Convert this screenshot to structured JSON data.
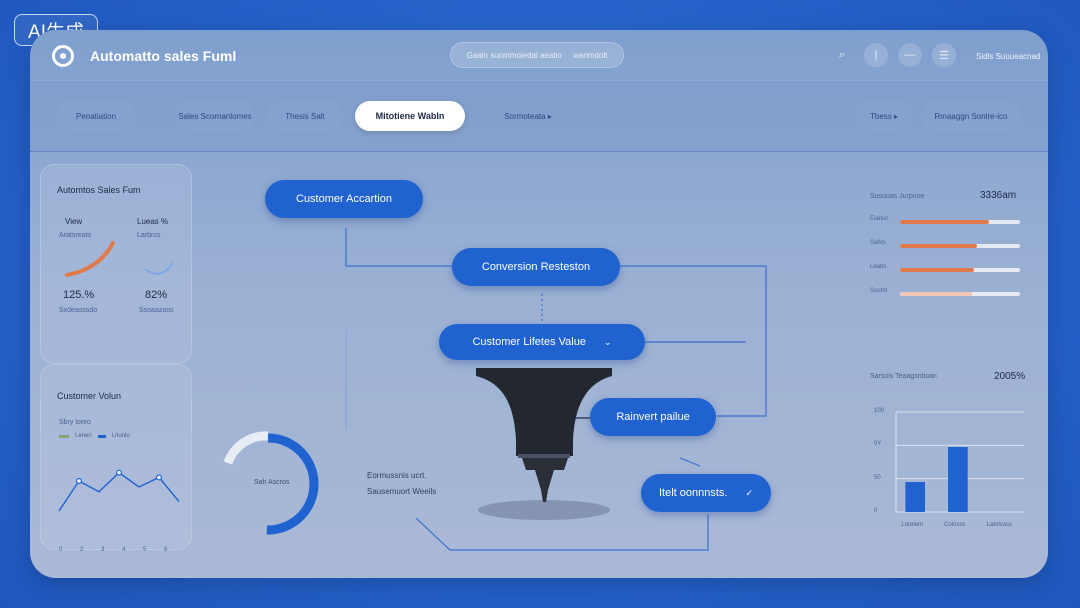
{
  "badge": "AI生成",
  "app": {
    "title": "Automatto sales Fuml"
  },
  "search": {
    "left": "Gaain sunmmoiedai aeatio",
    "right": "warimdolt"
  },
  "user": {
    "label": "Sidls Suuueacnad"
  },
  "tabs": [
    {
      "label": "Peoatiation"
    },
    {
      "label": "Sales Scornanlomes"
    },
    {
      "label": "Thesis Salt"
    },
    {
      "label": "Mitotiene Wabln"
    },
    {
      "label": "Sormoteata ▸"
    }
  ],
  "actions": [
    {
      "label": "Tbess ▸"
    },
    {
      "label": "Rmaaggn Sonlre-ico"
    }
  ],
  "left_panel": {
    "title": "Automtos Sales Fum",
    "metrics": [
      {
        "label": "View",
        "sub": "Aratsreato",
        "value": "125.%",
        "caption": "Sxdeasssdo"
      },
      {
        "label": "Lueas %",
        "sub": "Larbrcs",
        "value": "82%",
        "caption": "Ssoaazoos"
      }
    ]
  },
  "customer_value": {
    "title": "Customer Volun",
    "subtitle": "Sbry loreo",
    "legend": [
      "Lenen",
      "Lrlunlu"
    ],
    "x_ticks": [
      "0",
      "2",
      "3",
      "4",
      "5",
      "6"
    ],
    "points": [
      20,
      45,
      36,
      52,
      40,
      48,
      28
    ]
  },
  "donut": {
    "label": "Sah Ascros",
    "value_percent": 70
  },
  "flow_notes": [
    "Eormussnis ucrt.",
    "Sausemuort Weeils"
  ],
  "nodes": {
    "acquisition": "Customer Accartion",
    "conversion": "Conversion Resteston",
    "ltv": "Customer Lifetes Value",
    "ltv_chev": "⌄",
    "retention": "Rainvert pailue",
    "next": "Itelt oonnnsts.",
    "next_chev": "✓"
  },
  "right_panel": {
    "title": "Susuuas Jurpnoe",
    "total": "3336am",
    "bars": [
      {
        "label": "Eianuc",
        "value": 0.74,
        "color": "#e07a4a"
      },
      {
        "label": "Sabrs",
        "value": 0.64,
        "color": "#e07a4a"
      },
      {
        "label": "Leabs",
        "value": 0.62,
        "color": "#e07a4a"
      },
      {
        "label": "Soumt",
        "value": 0.6,
        "color": "#f3c7b6"
      }
    ]
  },
  "chart_data": {
    "type": "bar",
    "title": "Sarsois Teaagsntioan",
    "value_label": "2005%",
    "categories": [
      "Lorelem",
      "Coinsss",
      "Latolvass"
    ],
    "values": [
      30,
      65,
      0
    ],
    "y_ticks": [
      "100",
      "0Y",
      "50",
      "0"
    ],
    "ylim": [
      0,
      100
    ],
    "color": "#1f62d0"
  }
}
